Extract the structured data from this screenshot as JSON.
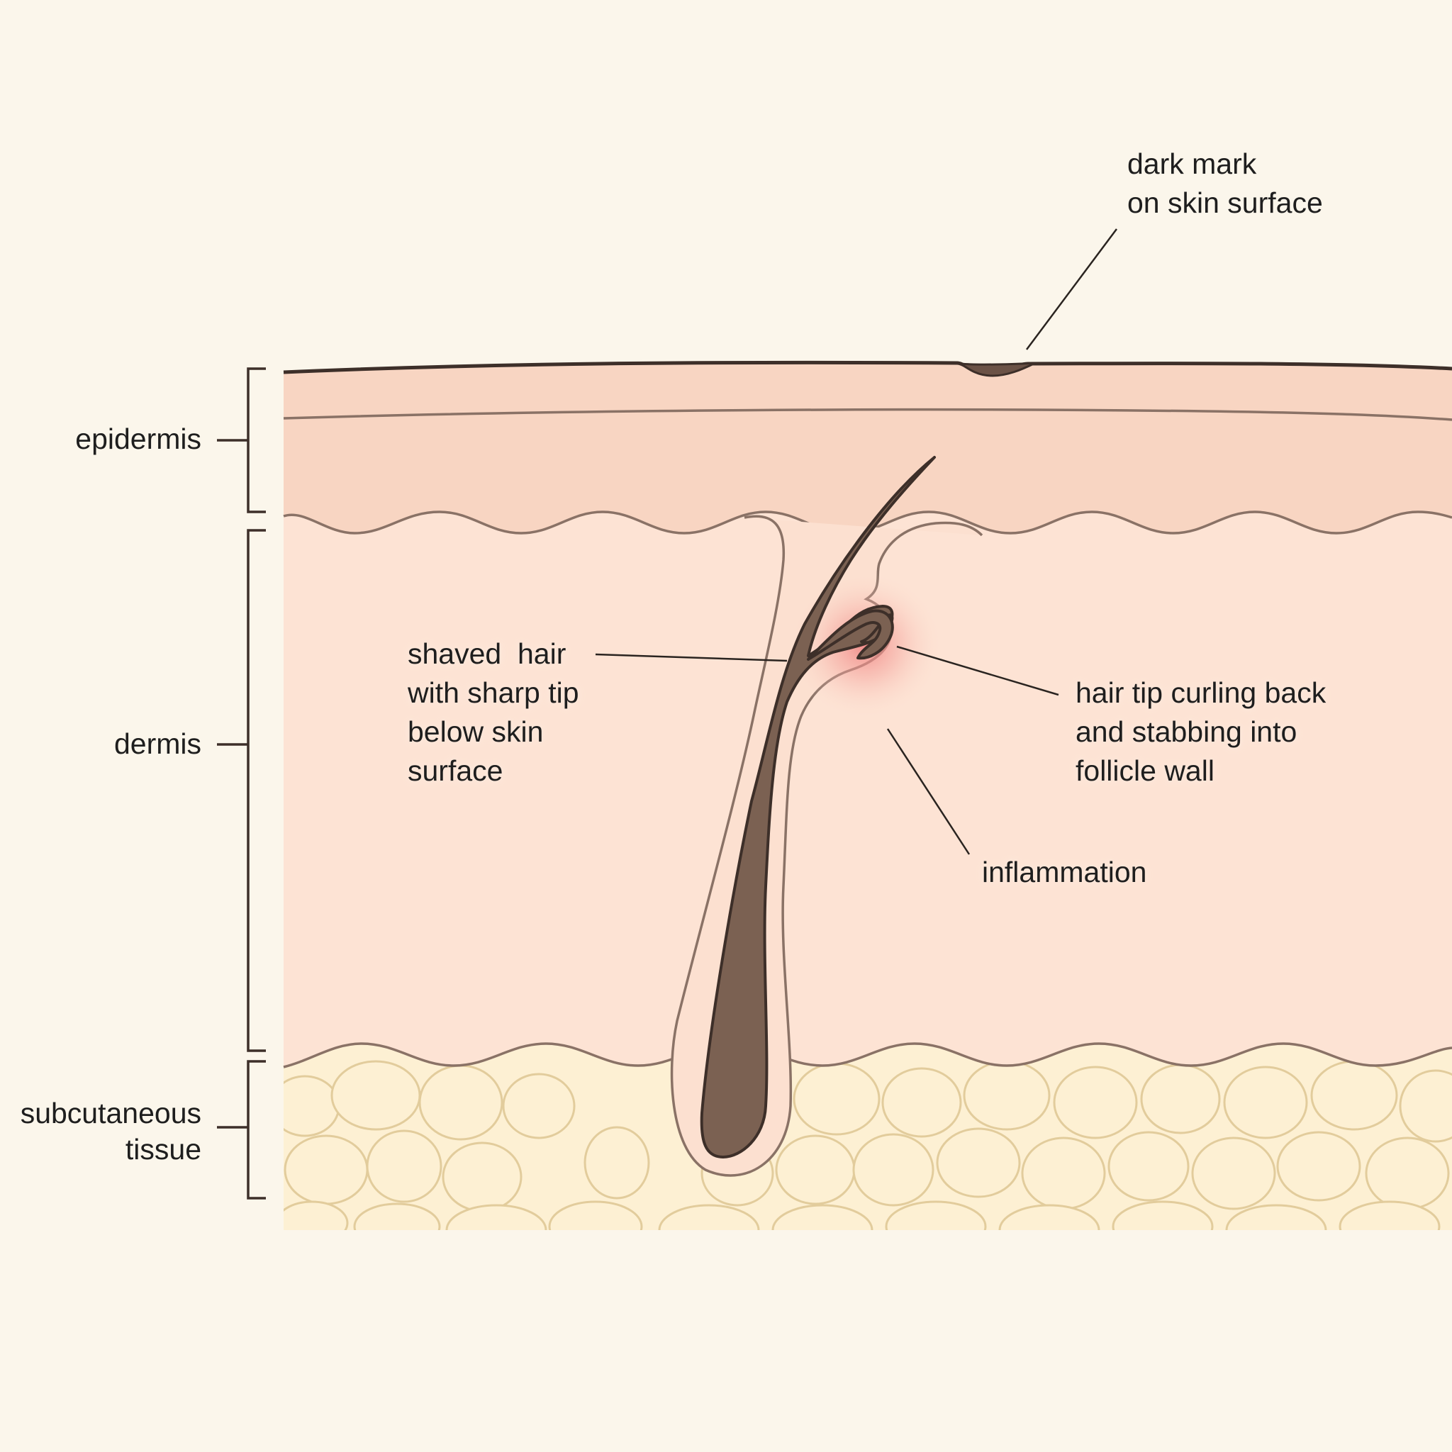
{
  "layers": [
    {
      "id": "epidermis",
      "label": "epidermis"
    },
    {
      "id": "dermis",
      "label": "dermis"
    },
    {
      "id": "subcutaneous",
      "label": "subcutaneous\ntissue"
    }
  ],
  "annotations": {
    "dark_mark": "dark mark\non skin surface",
    "shaved_hair": "shaved  hair\nwith sharp tip\nbelow skin\nsurface",
    "hair_tip": "hair tip curling back\nand stabbing into\nfollicle wall",
    "inflammation": "inflammation"
  },
  "colors": {
    "background": "#fbf6eb",
    "epidermis": "#f8d5c2",
    "dermis": "#fde3d4",
    "subcutaneous_fat": "#fdf0d3",
    "fat_cell_outline": "#e2cc9c",
    "hair": "#7b6152",
    "outline": "#3d2f29",
    "inflammation": "#f07f7f"
  }
}
